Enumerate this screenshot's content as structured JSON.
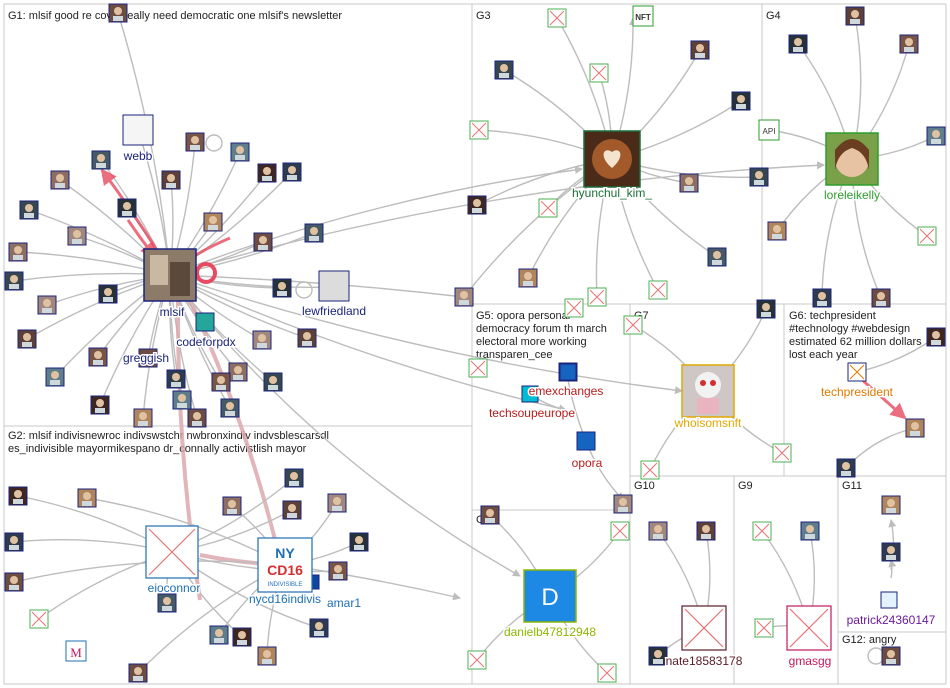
{
  "groups": [
    {
      "id": "G1",
      "label": "G1: mlsif good re covid really need democratic one mlsif's newsletter"
    },
    {
      "id": "G2",
      "label": "G2: mlsif indivisnewroc indivswstchr nwbronxindiv indvsblescarsdl es_indivisible mayormikespano dr_connally activistlish mayor"
    },
    {
      "id": "G3",
      "label": "G3"
    },
    {
      "id": "G4",
      "label": "G4"
    },
    {
      "id": "G5",
      "label": "G5: opora personal democracy forum th march electoral more working transparen_cee"
    },
    {
      "id": "G6",
      "label": "G6: techpresident #technology #webdesign estimated 62 million dollars lost each year"
    },
    {
      "id": "G7",
      "label": "G7"
    },
    {
      "id": "G8",
      "label": "G8"
    },
    {
      "id": "G9",
      "label": "G9"
    },
    {
      "id": "G10",
      "label": "G10"
    },
    {
      "id": "G11",
      "label": "G11"
    },
    {
      "id": "G12",
      "label": "G12: angry"
    }
  ],
  "named_nodes": [
    {
      "id": "mlsif",
      "label": "mlsif",
      "color": "#1a237e"
    },
    {
      "id": "webb",
      "label": "webb",
      "color": "#1a237e"
    },
    {
      "id": "lewfriedland",
      "label": "lewfriedland",
      "color": "#1a237e"
    },
    {
      "id": "codeforpdx",
      "label": "codeforpdx",
      "color": "#1a237e"
    },
    {
      "id": "greggish",
      "label": "greggish",
      "color": "#1a237e"
    },
    {
      "id": "eioconnor",
      "label": "eioconnor",
      "color": "#1e6fb5"
    },
    {
      "id": "nycd16",
      "label": "nycd16indivis",
      "color": "#1e6fb5"
    },
    {
      "id": "amar1",
      "label": "amar1",
      "color": "#1e6fb5"
    },
    {
      "id": "hyunchul",
      "label": "hyunchul_kim_",
      "color": "#1b6e3a"
    },
    {
      "id": "loreleikelly",
      "label": "loreleikelly",
      "color": "#2e9e2e"
    },
    {
      "id": "emexchanges",
      "label": "emexchanges",
      "color": "#b71c1c"
    },
    {
      "id": "techsoupeurope",
      "label": "techsoupeurope",
      "color": "#b71c1c"
    },
    {
      "id": "opora",
      "label": "opora",
      "color": "#b71c1c"
    },
    {
      "id": "whoisomsnft",
      "label": "whoisomsnft",
      "color": "#e0a800"
    },
    {
      "id": "techpresident",
      "label": "techpresident",
      "color": "#e07b00"
    },
    {
      "id": "danielb",
      "label": "danielb47812948",
      "color": "#8db600"
    },
    {
      "id": "nate",
      "label": "nate18583178",
      "color": "#5a1a2a"
    },
    {
      "id": "gmasgg",
      "label": "gmasgg",
      "color": "#c2185b"
    },
    {
      "id": "patrick",
      "label": "patrick24360147",
      "color": "#6a1b9a"
    }
  ],
  "icons": [
    "nft-badge",
    "api-badge",
    "city-badge",
    "m-logo",
    "d-logo",
    "indivisible-logo"
  ],
  "badges": {
    "nft": "NFT",
    "api": "API",
    "m": "M",
    "d": "D",
    "nycd16_top": "NY",
    "nycd16_mid": "CD16",
    "nycd16_bottom": "INDIVISIBLE"
  },
  "colors": {
    "edge": "#bdbdbd",
    "reciprocal": "#e84a5f",
    "x_node": "#e57373"
  }
}
